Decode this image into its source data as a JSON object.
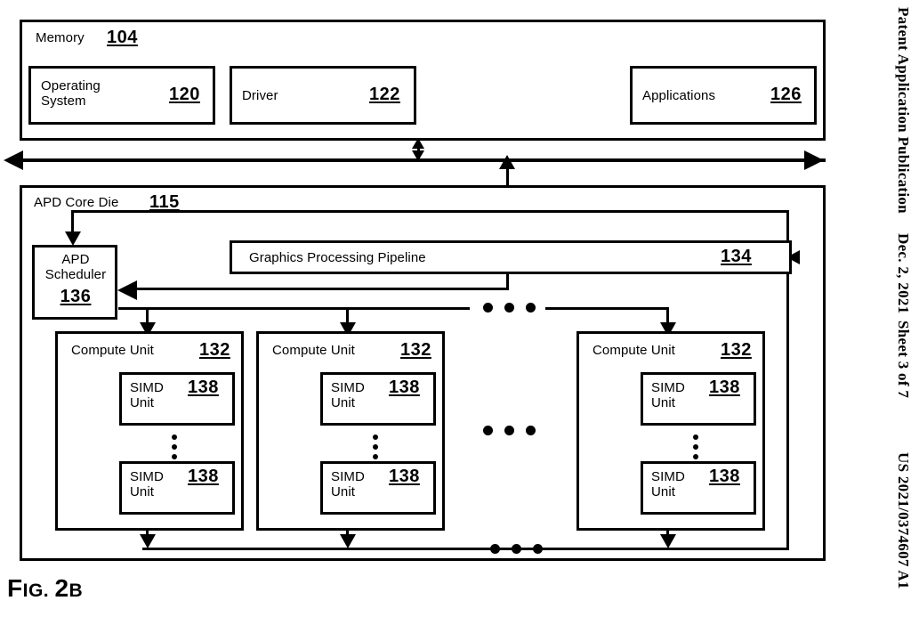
{
  "figure": {
    "caption_prefix": "F",
    "caption_main": "IG. ",
    "caption_number": "2",
    "caption_suffix": "B",
    "caption_full": "FIG. 2B"
  },
  "header": {
    "publication": "Patent Application Publication",
    "date": "Dec. 2, 2021",
    "sheet": "Sheet 3 of 7",
    "pub_number": "US 2021/0374607 A1"
  },
  "memory": {
    "label": "Memory",
    "ref": "104",
    "children": [
      {
        "label": "Operating\nSystem",
        "ref": "120"
      },
      {
        "label": "Driver",
        "ref": "122"
      },
      {
        "label": "Applications",
        "ref": "126"
      }
    ]
  },
  "apd": {
    "label": "APD Core Die",
    "ref": "115",
    "scheduler": {
      "label": "APD\nScheduler",
      "ref": "136"
    },
    "pipeline": {
      "label": "Graphics Processing Pipeline",
      "ref": "134"
    },
    "compute_units": [
      {
        "label": "Compute Unit",
        "ref": "132",
        "simd_units": [
          {
            "label": "SIMD\nUnit",
            "ref": "138"
          },
          {
            "label": "SIMD\nUnit",
            "ref": "138"
          }
        ]
      },
      {
        "label": "Compute Unit",
        "ref": "132",
        "simd_units": [
          {
            "label": "SIMD\nUnit",
            "ref": "138"
          },
          {
            "label": "SIMD\nUnit",
            "ref": "138"
          }
        ]
      },
      {
        "label": "Compute Unit",
        "ref": "132",
        "simd_units": [
          {
            "label": "SIMD\nUnit",
            "ref": "138"
          },
          {
            "label": "SIMD\nUnit",
            "ref": "138"
          }
        ]
      }
    ]
  },
  "colors": {
    "ink": "#000000",
    "paper": "#ffffff"
  }
}
